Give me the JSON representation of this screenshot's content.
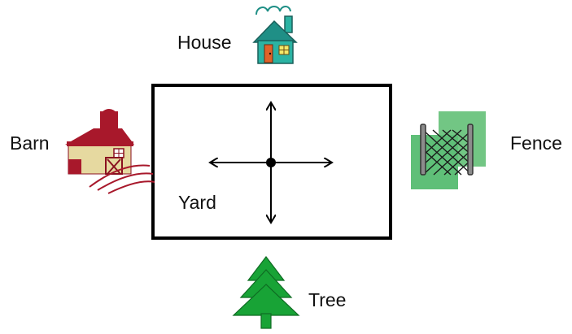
{
  "labels": {
    "house": "House",
    "barn": "Barn",
    "fence": "Fence",
    "yard": "Yard",
    "tree": "Tree"
  },
  "icons": {
    "house": "house-icon",
    "barn": "barn-icon",
    "fence": "fence-icon",
    "tree": "tree-icon"
  },
  "colors": {
    "house_body": "#2bb3a3",
    "house_roof": "#1f8f86",
    "house_door": "#e0622a",
    "barn_red": "#a8182b",
    "barn_wall": "#e6d9a0",
    "fence_green": "#5fbf78",
    "tree_green": "#18a336",
    "stroke": "#000000"
  }
}
